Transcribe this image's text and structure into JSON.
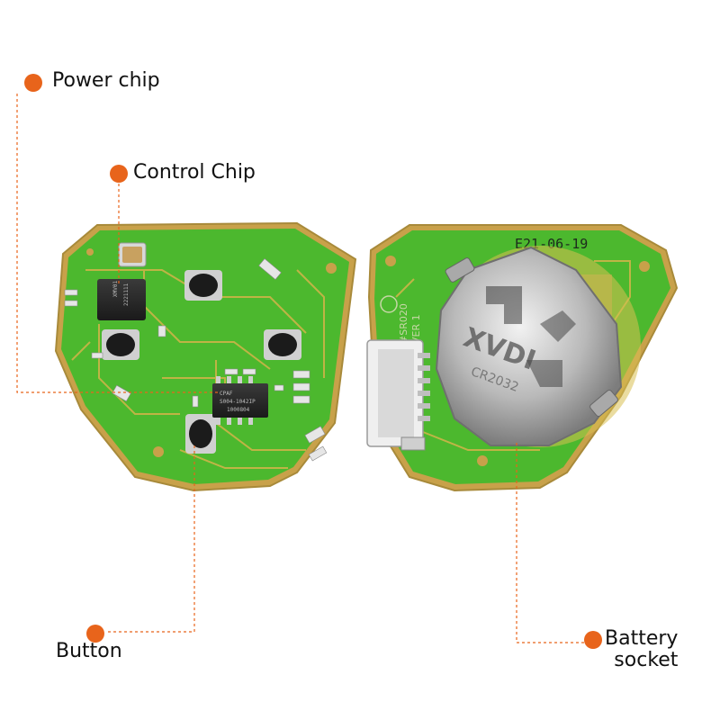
{
  "colors": {
    "accent": "#e8641b",
    "pcb_green": "#4cb82e",
    "pcb_edge": "#c8a14a",
    "trace": "#d4b44a",
    "chip": "#2a2a2a",
    "metal": "#b8b8b8"
  },
  "callouts": {
    "power_chip": "Power chip",
    "control_chip": "Control Chip",
    "button": "Button",
    "battery_line1": "Battery",
    "battery_line2": "socket"
  },
  "board_markings": {
    "date_code": "E21-06-19",
    "model": "#SR020",
    "version": "VER 1",
    "chip_a_line1": "XMV01",
    "chip_a_line2": "2221111",
    "chip_b_line1": "CPAF",
    "chip_b_line2": "S004-1042IP",
    "chip_b_line3": "1000804",
    "battery_mark": "XVDI",
    "battery_mark2": "CR2032"
  }
}
